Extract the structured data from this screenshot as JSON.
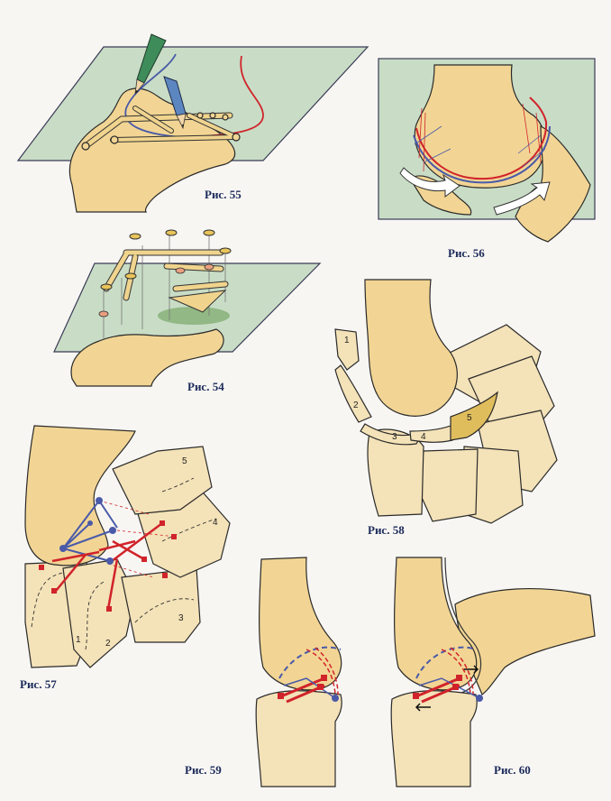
{
  "figures": [
    {
      "id": "fig55",
      "caption": "Рис. 55"
    },
    {
      "id": "fig56",
      "caption": "Рис. 56"
    },
    {
      "id": "fig54",
      "caption": "Рис. 54"
    },
    {
      "id": "fig58",
      "caption": "Рис. 58",
      "labels": [
        "1",
        "2",
        "3",
        "4",
        "5"
      ]
    },
    {
      "id": "fig57",
      "caption": "Рис. 57",
      "labels": [
        "1",
        "2",
        "3",
        "4",
        "5"
      ]
    },
    {
      "id": "fig59",
      "caption": "Рис. 59"
    },
    {
      "id": "fig60",
      "caption": "Рис. 60"
    }
  ],
  "colors": {
    "bone": "#f2d594",
    "bone_light": "#f4e2b8",
    "bone_dark": "#e0bd5c",
    "plane": "#c9ddc6",
    "red_line": "#d1232a",
    "blue_line": "#4a5aa8",
    "caption": "#1c2a5a"
  }
}
